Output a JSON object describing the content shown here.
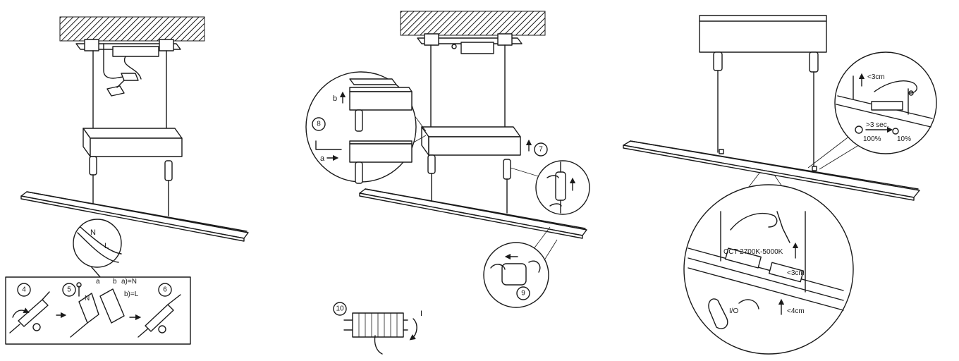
{
  "steps": {
    "s4": "4",
    "s5": "5",
    "s6": "6",
    "s7": "7",
    "s8": "8",
    "s9": "9",
    "s10": "10"
  },
  "wiring": {
    "n": "N",
    "l": "L",
    "a_label": "a",
    "b_label": "b",
    "a_eq": "a)=N",
    "b_eq": "b)=L"
  },
  "adjust": {
    "a_label": "a",
    "b_label": "b",
    "switch_i": "I"
  },
  "sensor": {
    "dist_top": "<3cm",
    "hold_time": ">3 sec.",
    "bright_high": "100%",
    "bright_low": "10%",
    "cct": "CCT 2700K-5000K",
    "dist_mid": "<3cm",
    "io": "I/O",
    "dist_bottom": "<4cm"
  }
}
